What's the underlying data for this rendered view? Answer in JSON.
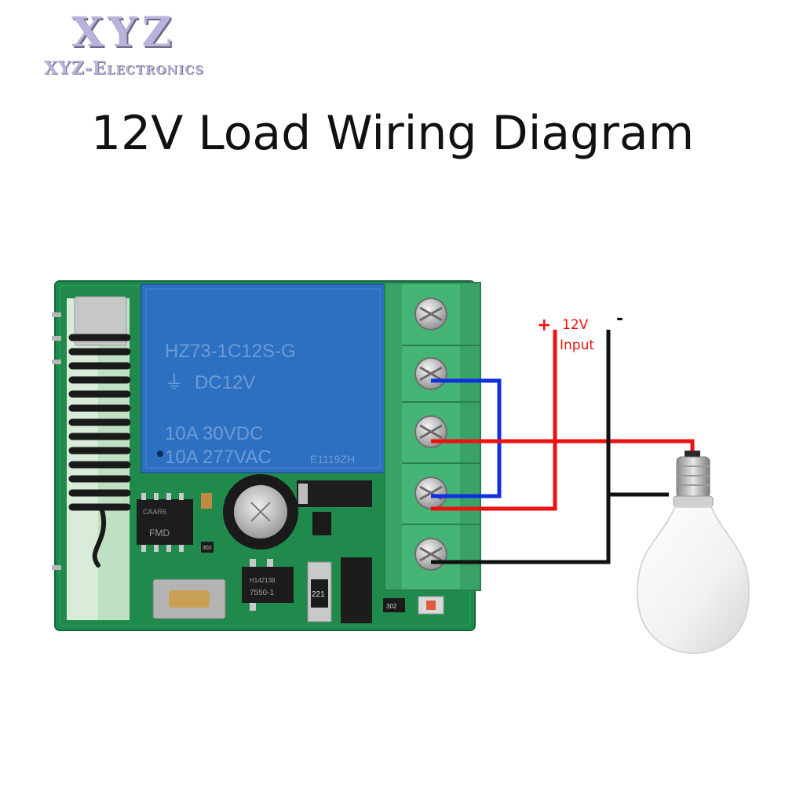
{
  "logo": {
    "mark": "XYZ",
    "sub": "XYZ-Electronics"
  },
  "title": "12V Load Wiring Diagram",
  "relay": {
    "model": "HZ73-1C12S-G",
    "coil": "DC12V",
    "rating_dc": "10A 30VDC",
    "rating_ac": "10A 277VAC",
    "cert": "E1119ZH"
  },
  "components": {
    "ic_top": "FMD",
    "ic_code": "CAAR6",
    "regulator": "7550-1",
    "regulator_code": "H142138",
    "resistor_large": "221",
    "resistor_small": "302",
    "resistor_led": "302"
  },
  "power_input": {
    "plus": "+",
    "voltage": "12V",
    "label": "Input",
    "minus": "-"
  },
  "colors": {
    "wire_red": "#ee1111",
    "wire_blue": "#1030e0",
    "wire_black": "#111111",
    "pcb": "#1f8a4c",
    "relay": "#2d6fc0",
    "terminal": "#3aa267"
  }
}
